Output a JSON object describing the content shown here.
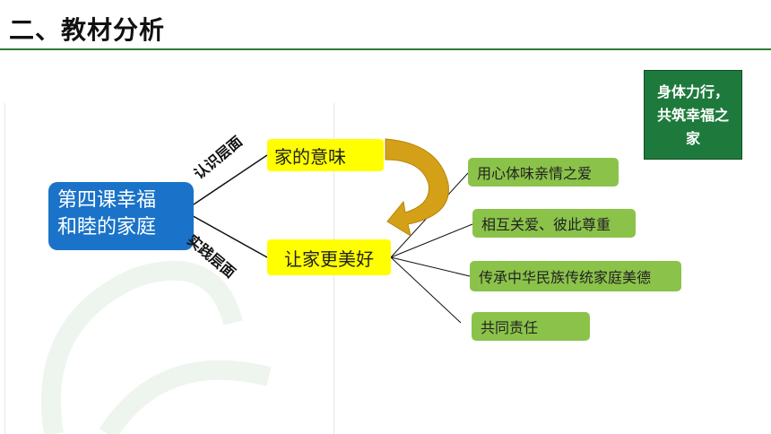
{
  "header": {
    "title": "二、教材分析"
  },
  "diagram": {
    "main_node": {
      "line1": "第四课幸福",
      "line2": "和睦的家庭"
    },
    "branch_labels": {
      "upper": "认识层面",
      "lower": "实践层面"
    },
    "upper_node": "家的意味",
    "lower_node": "让家更美好",
    "leaves": [
      "用心体味亲情之爱",
      "相互关爱、彼此尊重",
      "传承中华民族传统家庭美德",
      "共同责任"
    ],
    "theme_box": {
      "line1": "身体力行，",
      "line2": "共筑幸福之",
      "line3": "家"
    },
    "colors": {
      "main": "#1a73c8",
      "yellow": "#ffff00",
      "leaf": "#8bc34a",
      "theme": "#1e7a3c",
      "arrow": "#d4a017"
    }
  }
}
